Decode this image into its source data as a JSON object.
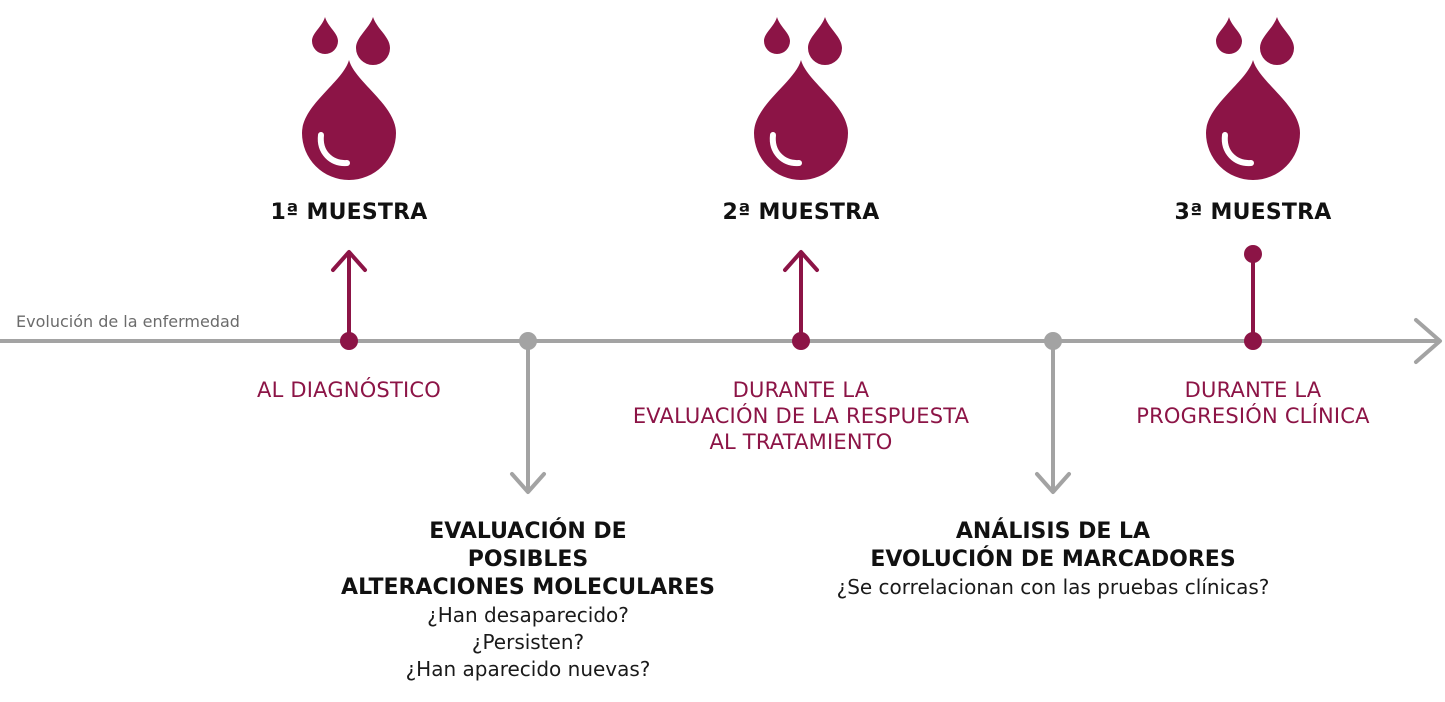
{
  "colors": {
    "accent": "#8c1446",
    "axis": "#a3a3a3",
    "text": "#111111"
  },
  "axis": {
    "label": "Evolución de la enfermedad"
  },
  "samples": [
    {
      "title": "1ª MUESTRA",
      "moment_lines": [
        "AL DIAGNÓSTICO"
      ],
      "icon": "blood-drops-icon"
    },
    {
      "title": "2ª MUESTRA",
      "moment_lines": [
        "DURANTE LA",
        "EVALUACIÓN DE LA RESPUESTA",
        "AL TRATAMIENTO"
      ],
      "icon": "blood-drops-icon"
    },
    {
      "title": "3ª MUESTRA",
      "moment_lines": [
        "DURANTE LA",
        "PROGRESIÓN CLÍNICA"
      ],
      "icon": "blood-drops-icon"
    }
  ],
  "outcomes": [
    {
      "heading_lines": [
        "EVALUACIÓN DE",
        "POSIBLES",
        "ALTERACIONES MOLECULARES"
      ],
      "question_lines": [
        "¿Han desaparecido?",
        "¿Persisten?",
        "¿Han aparecido nuevas?"
      ]
    },
    {
      "heading_lines": [
        "ANÁLISIS DE LA",
        "EVOLUCIÓN DE MARCADORES"
      ],
      "question_lines": [
        "¿Se correlacionan con las pruebas clínicas?"
      ]
    }
  ]
}
